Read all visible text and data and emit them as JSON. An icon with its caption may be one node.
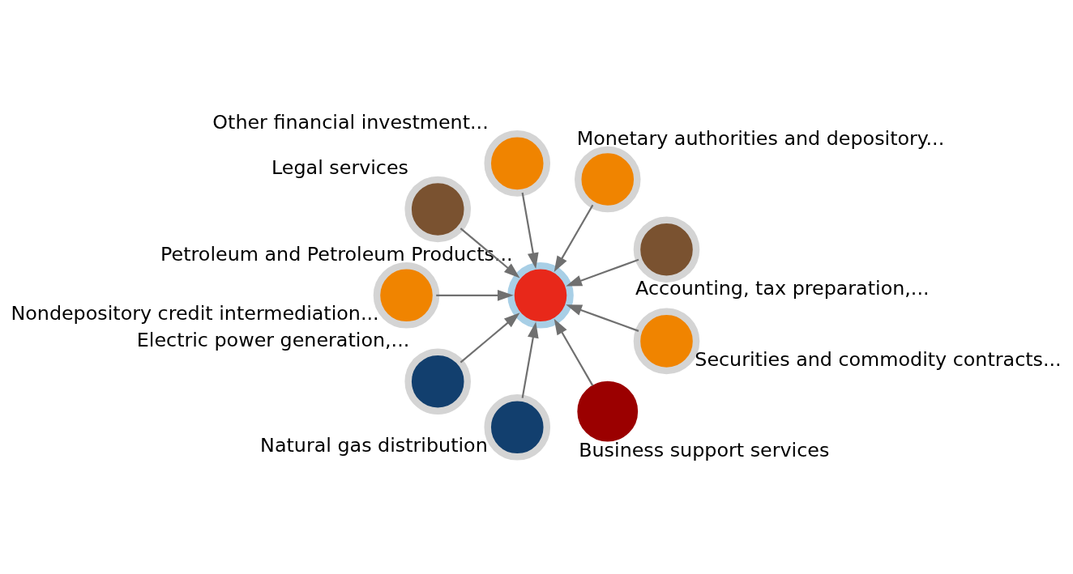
{
  "diagram": {
    "nodes": [
      {
        "text": [],
        "shape": "circle",
        "beside": [
          "Accounting, tax preparation,..."
        ]
      },
      {
        "text": [],
        "shape": "circle",
        "beside": [
          "Monetary authorities and depository..."
        ]
      },
      {
        "text": [],
        "shape": "circle",
        "beside": [
          "Other financial investment..."
        ]
      },
      {
        "text": [],
        "shape": "circle",
        "beside": [
          "Legal services"
        ]
      },
      {
        "text": [],
        "shape": "circle",
        "beside": [
          "Petroleum and Petroleum Products..."
        ]
      },
      {
        "text": [],
        "shape": "circle",
        "beside": [
          "Nondepository credit intermediation..."
        ]
      },
      {
        "text": [],
        "shape": "circle",
        "beside": [
          "Electric power generation,..."
        ]
      },
      {
        "text": [],
        "shape": "circle",
        "beside": [
          "Natural gas distribution"
        ]
      },
      {
        "text": [],
        "shape": "circle",
        "beside": [
          "Business support services"
        ]
      },
      {
        "text": [],
        "shape": "circle",
        "beside": [
          "Securities and commodity contracts..."
        ]
      }
    ],
    "edges": [
      {
        "from": 0,
        "to": 4,
        "arrow": "to"
      },
      {
        "from": 1,
        "to": 4,
        "arrow": "to"
      },
      {
        "from": 2,
        "to": 4,
        "arrow": "to"
      },
      {
        "from": 3,
        "to": 4,
        "arrow": "to"
      },
      {
        "from": 5,
        "to": 4,
        "arrow": "to"
      },
      {
        "from": 6,
        "to": 4,
        "arrow": "to"
      },
      {
        "from": 7,
        "to": 4,
        "arrow": "to"
      },
      {
        "from": 8,
        "to": 4,
        "arrow": "to"
      },
      {
        "from": 9,
        "to": 4,
        "arrow": "to"
      }
    ]
  }
}
